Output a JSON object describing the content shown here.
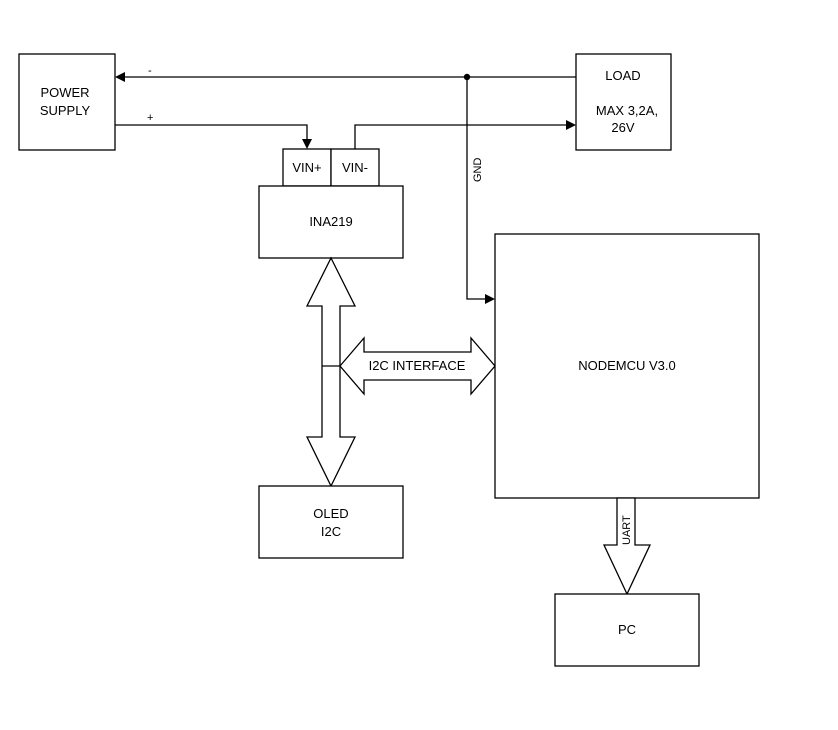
{
  "blocks": {
    "power_supply": [
      "POWER",
      "SUPPLY"
    ],
    "load": [
      "LOAD",
      "MAX 3,2A,",
      "26V"
    ],
    "vin_plus": "VIN+",
    "vin_minus": "VIN-",
    "ina219": "INA219",
    "nodemcu": "NODEMCU V3.0",
    "oled": [
      "OLED",
      "I2C"
    ],
    "pc": "PC"
  },
  "connections": {
    "minus_sign": "-",
    "plus_sign": "+",
    "gnd": "GND",
    "i2c_interface": "I2C INTERFACE",
    "uart": "UART"
  }
}
